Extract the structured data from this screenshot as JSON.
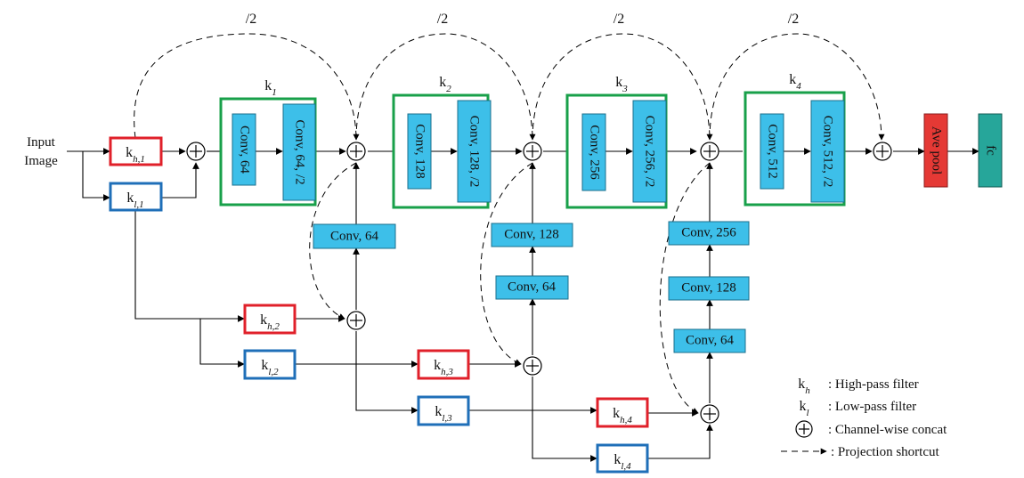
{
  "input_label": [
    "Input",
    "Image"
  ],
  "divide_label": "/2",
  "group_k": "k",
  "group_subs": [
    "1",
    "2",
    "3",
    "4"
  ],
  "filter_k": "k",
  "high_filters": [
    "h,1",
    "h,2",
    "h,3",
    "h,4"
  ],
  "low_filters": [
    "l,1",
    "l,2",
    "l,3",
    "l,4"
  ],
  "stage_convs": [
    [
      "Conv, 64",
      "Conv, 64, /2"
    ],
    [
      "Conv, 128",
      "Conv, 128, /2"
    ],
    [
      "Conv, 256",
      "Conv, 256, /2"
    ],
    [
      "Conv, 512",
      "Conv, 512, /2"
    ]
  ],
  "side_convs": {
    "col1": [
      "Conv, 64"
    ],
    "col2": [
      "Conv, 128",
      "Conv, 64"
    ],
    "col3": [
      "Conv, 256",
      "Conv, 128",
      "Conv, 64"
    ]
  },
  "ave_pool": "Ave pool",
  "fc": "fc",
  "legend": {
    "high_sub": "h",
    "high_text": ": High-pass filter",
    "low_sub": "l",
    "low_text": ": Low-pass filter",
    "concat_text": ": Channel-wise concat",
    "shortcut_text": ": Projection shortcut"
  },
  "colors": {
    "conv_fill": "#3dbfe9",
    "stage_box": "#18a04a",
    "high_box": "#e0202a",
    "low_box": "#1f6fb8",
    "ave_pool_fill": "#e53935",
    "fc_fill": "#26a69a"
  }
}
